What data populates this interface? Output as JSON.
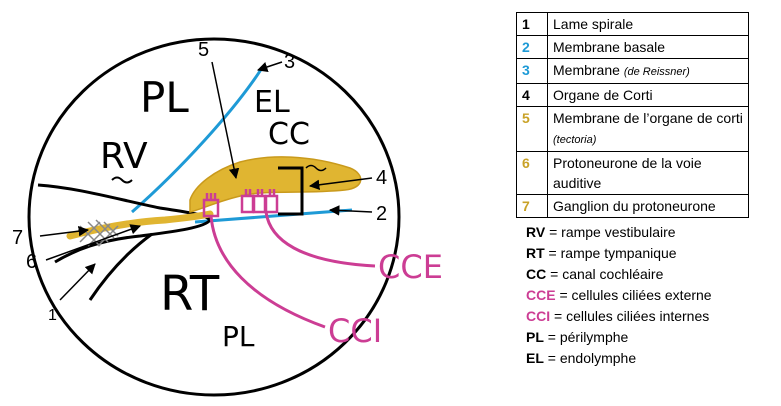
{
  "diagram": {
    "region_labels": {
      "pl_top": "PL",
      "rv": "RV",
      "el": "EL",
      "cc": "CC",
      "rt": "RT",
      "pl_bottom": "PL",
      "cce": "CCE",
      "cci": "CCI"
    },
    "numbers": {
      "n1": "1",
      "n2": "2",
      "n3": "3",
      "n4": "4",
      "n5": "5",
      "n6": "6",
      "n7": "7"
    },
    "colors": {
      "outline": "#000000",
      "blue": "#1e9ad6",
      "gold": "#e0b531",
      "magenta": "#cc3d94",
      "grey": "#888888"
    }
  },
  "legend": {
    "rows": [
      {
        "num": "1",
        "color": "#000000",
        "text": "Lame spirale",
        "note": ""
      },
      {
        "num": "2",
        "color": "#1e9ad6",
        "text": "Membrane basale",
        "note": ""
      },
      {
        "num": "3",
        "color": "#1e9ad6",
        "text": "Membrane ",
        "note": "(de Reissner)"
      },
      {
        "num": "4",
        "color": "#000000",
        "text": "Organe de Corti",
        "note": ""
      },
      {
        "num": "5",
        "color": "#c9a227",
        "text": "Membrane de l’organe de corti ",
        "note": "(tectoria)"
      },
      {
        "num": "6",
        "color": "#c9a227",
        "text": "Protoneurone de la voie auditive",
        "note": ""
      },
      {
        "num": "7",
        "color": "#c9a227",
        "text": "Ganglion du protoneurone",
        "note": ""
      }
    ]
  },
  "abbreviations": [
    {
      "abbr": "RV",
      "def": " = rampe vestibulaire",
      "color": "#000000"
    },
    {
      "abbr": "RT",
      "def": " = rampe tympanique",
      "color": "#000000"
    },
    {
      "abbr": "CC",
      "def": " = canal cochléaire",
      "color": "#000000"
    },
    {
      "abbr": "CCE",
      "def": " = cellules ciliées externe",
      "color": "#cc3d94"
    },
    {
      "abbr": "CCI",
      "def": " = cellules ciliées internes",
      "color": "#cc3d94"
    },
    {
      "abbr": "PL",
      "def": " = périlymphe",
      "color": "#000000"
    },
    {
      "abbr": "EL",
      "def": " = endolymphe",
      "color": "#000000"
    }
  ]
}
